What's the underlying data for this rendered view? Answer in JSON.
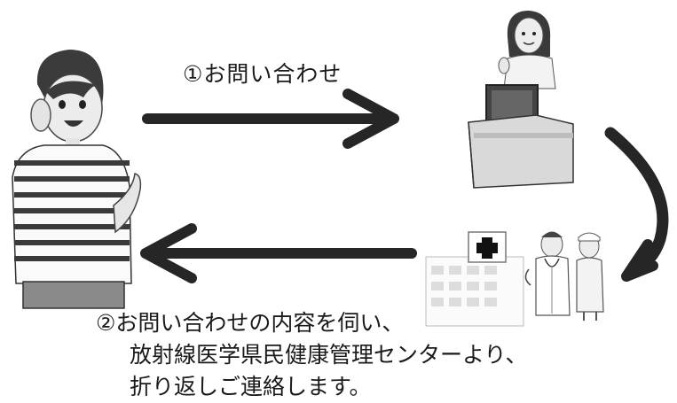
{
  "diagram": {
    "step1_label": "①お問い合わせ",
    "step2_lines": [
      "②お問い合わせの内容を伺い、",
      "放射線医学県民健康管理センターより、",
      "折り返しご連絡します。"
    ]
  },
  "colors": {
    "arrow": "#262626",
    "stripe": "#3a3a3a",
    "skin": "#e8e8e8",
    "red_cross": "#111111"
  },
  "icons": [
    "person-icon",
    "receptionist-icon",
    "hospital-icon",
    "doctor-icon",
    "nurse-icon"
  ]
}
